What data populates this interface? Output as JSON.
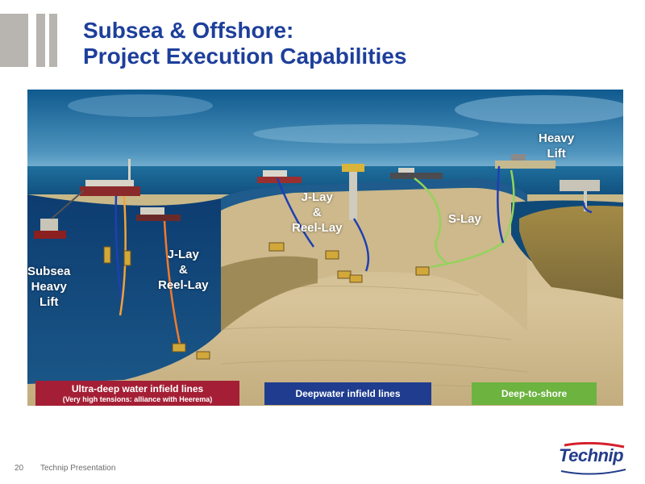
{
  "header": {
    "title_line1": "Subsea & Offshore:",
    "title_line2": "Project Execution Capabilities"
  },
  "scene": {
    "labels": {
      "subsea_heavy_lift": [
        "Subsea",
        "Heavy",
        "Lift"
      ],
      "jlay_reellay_left": [
        "J-Lay",
        "&",
        "Reel-Lay"
      ],
      "jlay_reellay_center": [
        "J-Lay",
        "&",
        "Reel-Lay"
      ],
      "s_lay": "S-Lay",
      "heavy_lift": [
        "Heavy",
        "Lift"
      ]
    }
  },
  "banners": {
    "ultra_deep": {
      "line1": "Ultra-deep water infield lines",
      "line2": "(Very high tensions: alliance with Heerema)",
      "color": "#a41f35"
    },
    "deepwater": {
      "label": "Deepwater infield lines",
      "color": "#1f3c8f"
    },
    "deep_to_shore": {
      "label": "Deep-to-shore",
      "color": "#6cb33f"
    }
  },
  "footer": {
    "page_number": "20",
    "presentation": "Technip Presentation"
  },
  "logo": {
    "text": "Technip",
    "brand_color": "#233d8b",
    "accent_color": "#d4202b"
  }
}
